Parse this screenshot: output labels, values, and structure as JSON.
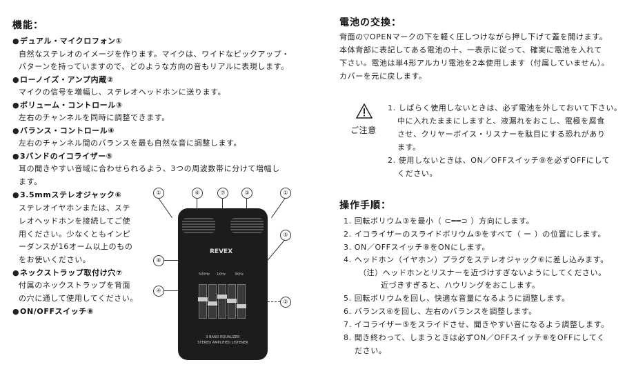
{
  "left": {
    "heading": "機能：",
    "items": [
      {
        "title": "デュアル・マイクロフォン①",
        "lines": [
          "自然なステレオのイメージを作ります。マイクは、ワイドなピックアップ・",
          "パターンを持っていますので、どのような方向の音もリアルに表現します。"
        ]
      },
      {
        "title": "ローノイズ・アンプ内蔵②",
        "lines": [
          "マイクの信号を増幅し、ステレオヘッドホンに送ります。"
        ]
      },
      {
        "title": "ボリューム・コントロール③",
        "lines": [
          "左右のチャンネルを同時に調整できます。"
        ]
      },
      {
        "title": "バランス・コントロール④",
        "lines": [
          "左右のチャンネル間のバランスを最も自然な音に調整します。"
        ]
      },
      {
        "title": "3バンドのイコライザー⑤",
        "lines": [
          "耳の聞きやすい音域に合わせられるよう、3つの周波数帯に分けて増幅し",
          "ます。"
        ]
      },
      {
        "title": "3.5mmステレオジャック⑥",
        "lines": [
          "ステレオイヤホンまたは、ステ",
          "レオヘッドホンを接続してご使",
          "用ください。少なくともインピ",
          "ーダンスが16オーム以上のもの",
          "をお使いください。"
        ]
      },
      {
        "title": "ネックストラップ取付け穴⑦",
        "lines": [
          "付属のネックストラップを背面",
          "の穴に通して使用してください。"
        ]
      },
      {
        "title": "ON/OFFスイッチ⑧",
        "lines": []
      }
    ],
    "device": {
      "brand": "REVEX",
      "freq_labels": [
        "500Hz",
        "1KHz",
        "3KHz"
      ],
      "caption_1": "3 BAND EQUALIZER",
      "caption_2": "STEREO AMPLIFIED LISTENER",
      "callouts_top": [
        "①",
        "⑥",
        "⑦",
        "③",
        "①"
      ],
      "callout_5": "⑤",
      "callout_8": "⑧",
      "callout_4": "④",
      "callout_2": "②"
    }
  },
  "right": {
    "battery_heading": "電池の交換：",
    "battery_lines": [
      "背面の▽OPENマークの下を軽く圧しつけながら押し下げて蓋を開けます。",
      "本体背部に表記してある電池の十、一表示に従って、確実に電池を入れて",
      "下さい。電池は単4形アルカリ電池を2本使用します（付属していません）。",
      "カバーを元に戻します。"
    ],
    "caution_label": "ご注意",
    "caution_lines": [
      "1. しばらく使用しないときは、必ず電池を外しておいて下さい。",
      "中に入れたままにしますと、液漏れをおこし、電極を腐食",
      "させ、クリヤーボイス・リスナーを駄目にする恐れがあり",
      "ます。",
      "2. 使用しないときは、ON／OFFスイッチ⑧を必ずOFFにして",
      "ください。"
    ],
    "ops_heading": "操作手順：",
    "ops_lines": [
      "1. 回転ボリウム③を最小（ ⊂══⊃ ）方向にします。",
      "2. イコライザーのスライドボリウム⑤をすべて（ ー ）の位置にします。",
      "3. ON／OFFスイッチ⑧をONにします。",
      "4. ヘッドホン（イヤホン）プラグをステレオジャック⑥に差し込みます。",
      "（注）ヘッドホンとリスナーを近づけすぎないようにしてください。",
      "近づきすぎると、ハウリングをおこします。",
      "5. 回転ボリウムを回し、快適な音量になるように調整します。",
      "6. バランス④を回し、左右のバランスを調整します。",
      "7. イコライザー⑤をスライドさせ、聞きやすい音になるよう調整します。",
      "8. 聞き終わって、しまうときは必ずON／OFFスイッチ⑧をOFFにしてく",
      "ださい。"
    ]
  }
}
